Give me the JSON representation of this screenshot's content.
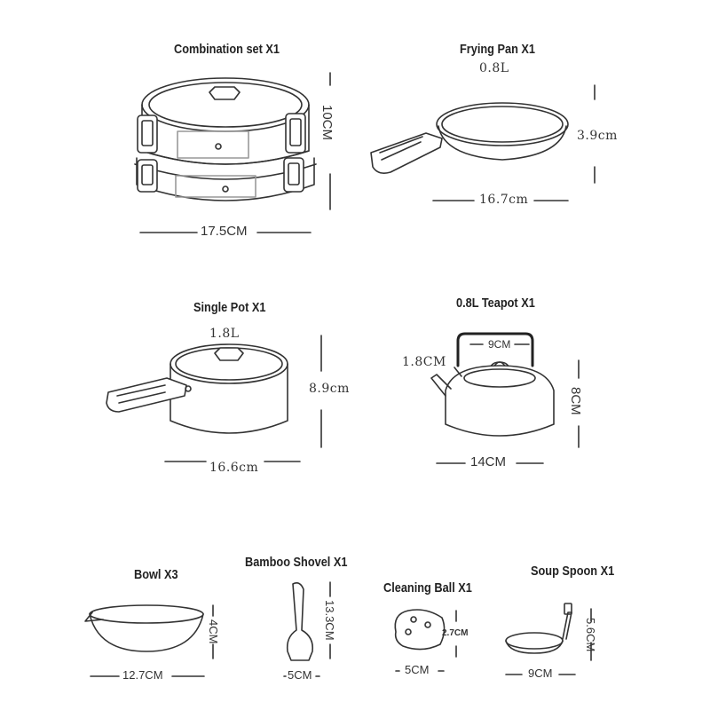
{
  "items": {
    "combination_set": {
      "title": "Combination set X1",
      "height": "10CM",
      "width": "17.5CM"
    },
    "frying_pan": {
      "title": "Frying Pan X1",
      "capacity": "0.8L",
      "height": "3.9cm",
      "width": "16.7cm"
    },
    "single_pot": {
      "title": "Single Pot X1",
      "capacity": "1.8L",
      "height": "8.9cm",
      "width": "16.6cm"
    },
    "teapot": {
      "title": "0.8L Teapot X1",
      "spout": "1.8CM",
      "handle": "9CM",
      "height": "8CM",
      "width": "14CM"
    },
    "bowl": {
      "title": "Bowl X3",
      "height": "4CM",
      "width": "12.7CM"
    },
    "bamboo_shovel": {
      "title": "Bamboo Shovel X1",
      "height": "13.3CM",
      "width": "5CM"
    },
    "cleaning_ball": {
      "title": "Cleaning Ball X1",
      "height": "2.7CM",
      "width": "5CM"
    },
    "soup_spoon": {
      "title": "Soup Spoon X1",
      "height": "5.6CM",
      "width": "9CM"
    }
  }
}
